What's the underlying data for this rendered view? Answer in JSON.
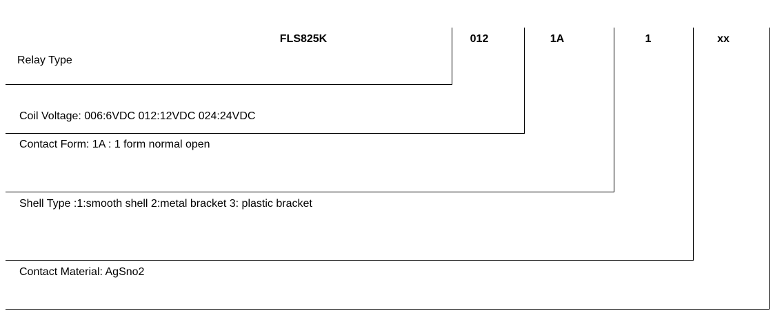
{
  "colors": {
    "background": "#ffffff",
    "line": "#000000",
    "text": "#000000"
  },
  "diagram": {
    "segments": [
      {
        "code": "FLS825K",
        "description": "Relay Type"
      },
      {
        "code": "012",
        "description": "Coil Voltage: 006:6VDC 012:12VDC 024:24VDC"
      },
      {
        "code": "1A",
        "description": "Contact Form: 1A : 1 form normal open"
      },
      {
        "code": "1",
        "description": "Shell Type :1:smooth shell 2:metal bracket 3: plastic bracket"
      },
      {
        "code": "xx",
        "description": "Contact Material: AgSno2"
      }
    ]
  }
}
